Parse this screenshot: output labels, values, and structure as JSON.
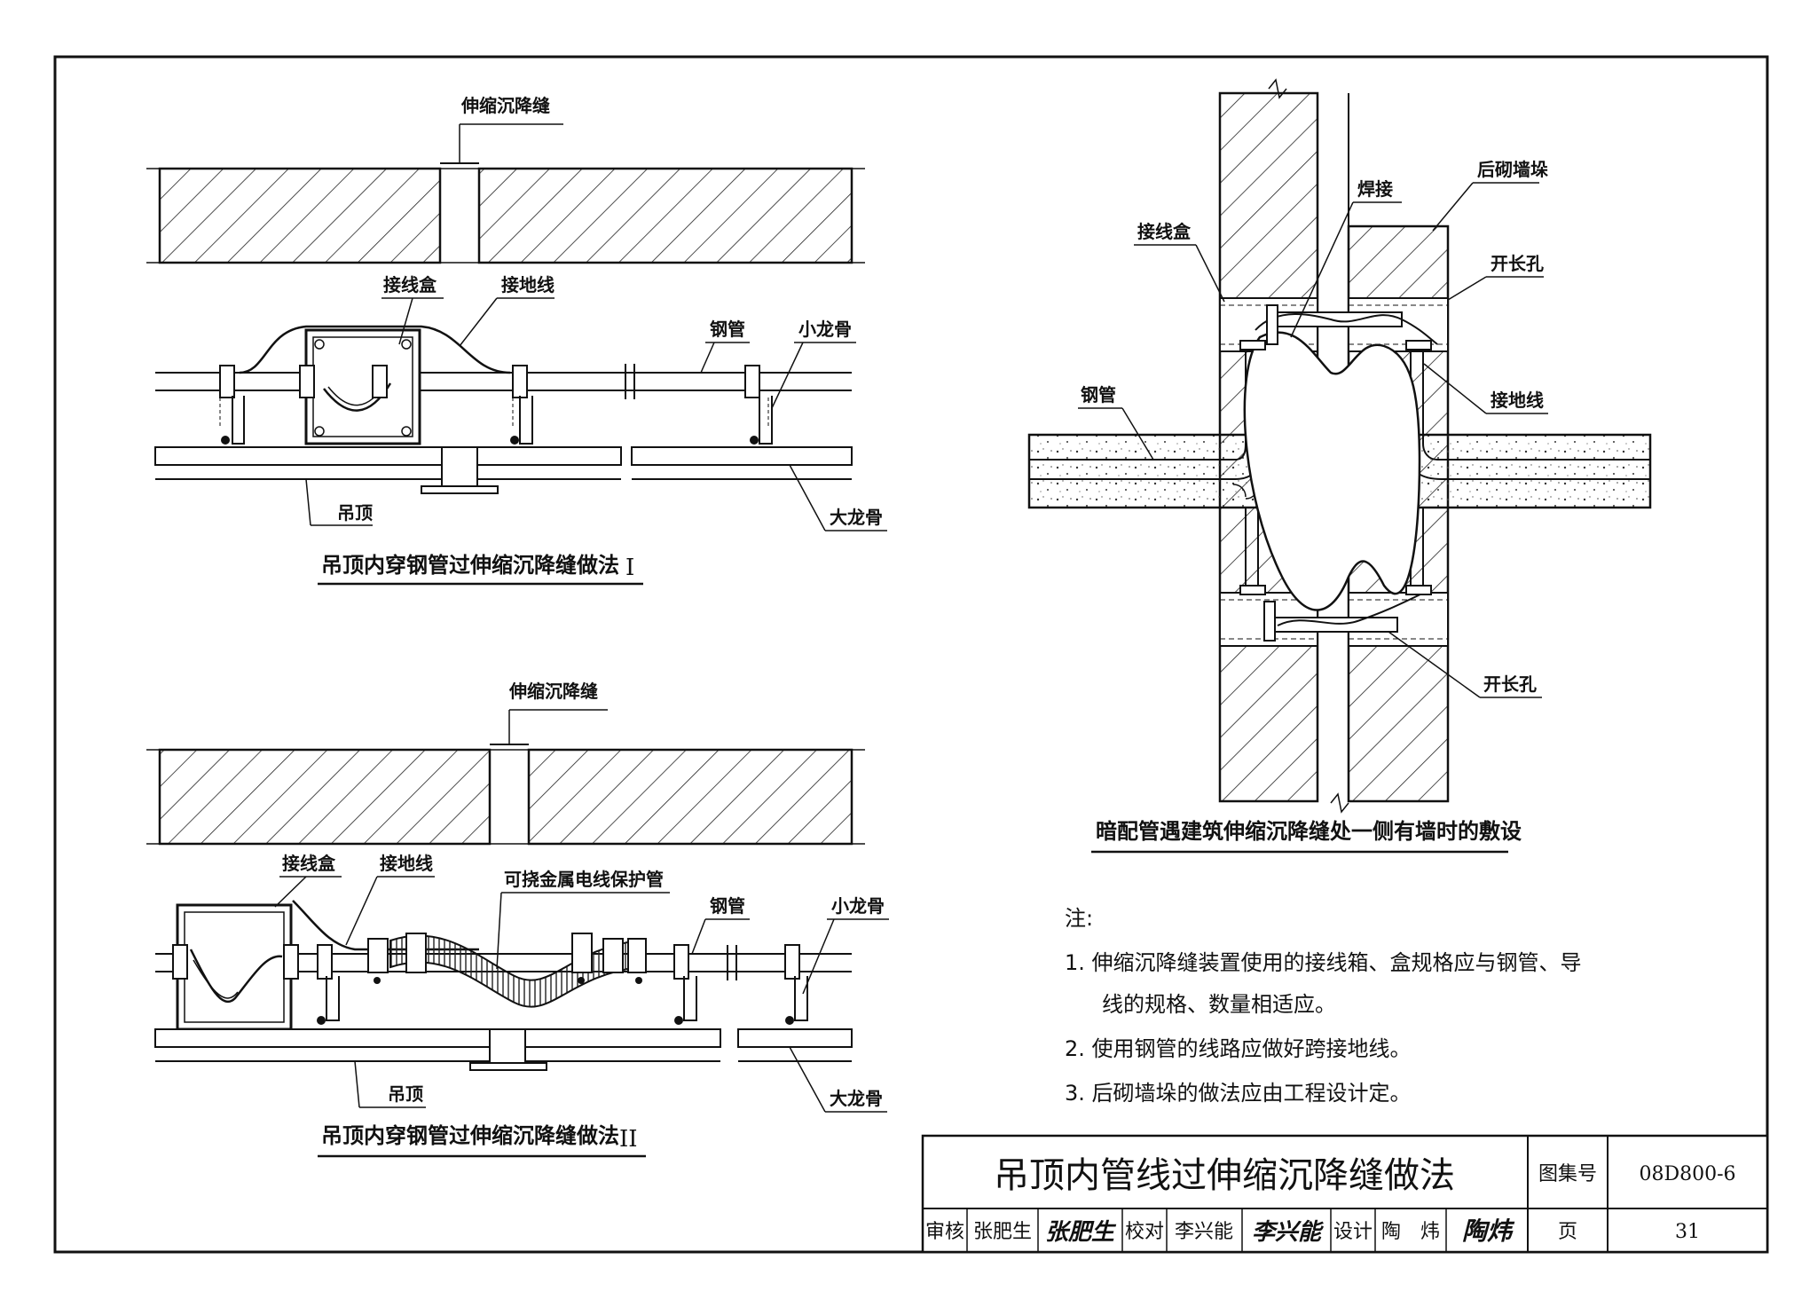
{
  "drawing_1": {
    "joint": "伸缩沉降缝",
    "box": "接线盒",
    "ground": "接地线",
    "pipe": "钢管",
    "small_keel": "小龙骨",
    "ceiling": "吊顶",
    "main_keel": "大龙骨",
    "caption": "吊顶内穿钢管过伸缩沉降缝做法",
    "roman": "I"
  },
  "drawing_2": {
    "joint": "伸缩沉降缝",
    "box": "接线盒",
    "ground": "接地线",
    "flex": "可挠金属电线保护管",
    "pipe": "钢管",
    "small_keel": "小龙骨",
    "ceiling": "吊顶",
    "main_keel": "大龙骨",
    "caption": "吊顶内穿钢管过伸缩沉降缝做法",
    "roman": "II"
  },
  "drawing_3": {
    "weld": "焊接",
    "beam": "后砌墙垛",
    "box": "接线盒",
    "slot_top": "开长孔",
    "pipe": "钢管",
    "ground": "接地线",
    "slot_bottom": "开长孔",
    "caption": "暗配管遇建筑伸缩沉降缝处一侧有墙时的敷设"
  },
  "notes": {
    "title": "注:",
    "n1a": "1. 伸缩沉降缝装置使用的接线箱、盒规格应与钢管、导",
    "n1b": "线的规格、数量相适应。",
    "n2": "2. 使用钢管的线路应做好跨接地线。",
    "n3": "3. 后砌墙垛的做法应由工程设计定。"
  },
  "title_block": {
    "title": "吊顶内管线过伸缩沉降缝做法",
    "atlas_label": "图集号",
    "atlas_no": "08D800-6",
    "page_label": "页",
    "page_no": "31",
    "review_label": "审核",
    "reviewer": "张肥生",
    "reviewer_sign": "张肥生",
    "check_label": "校对",
    "checker": "李兴能",
    "checker_sign": "李兴能",
    "design_label": "设计",
    "designer": "陶　炜",
    "designer_sign": "陶炜"
  }
}
